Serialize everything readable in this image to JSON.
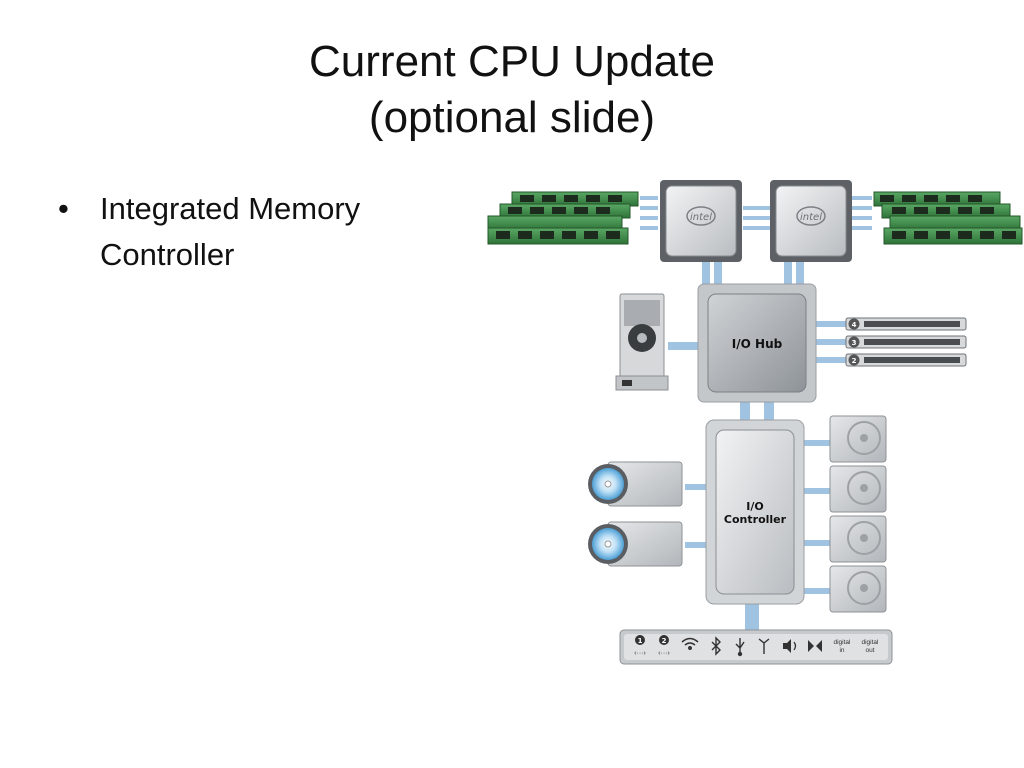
{
  "slide": {
    "title_line1": "Current CPU Update",
    "title_line2": "(optional slide)",
    "bullets": [
      {
        "marker": "•",
        "line1": "Integrated Memory",
        "line2": "Controller"
      }
    ]
  },
  "diagram": {
    "cpu_logo": "intel",
    "io_hub_label": "I/O Hub",
    "io_controller_line1": "I/O",
    "io_controller_line2": "Controller",
    "pcie_slot_numbers": [
      "4",
      "3",
      "2"
    ],
    "port_numbers": [
      "1",
      "2"
    ],
    "port_arrow": "‹···›",
    "digital_in_line1": "digital",
    "digital_in_line2": "in",
    "digital_out_line1": "digital",
    "digital_out_line2": "out",
    "colors": {
      "bus": "#9fc3e0",
      "ram": "#3f8f4a",
      "chip": "#d9dcdf"
    }
  }
}
